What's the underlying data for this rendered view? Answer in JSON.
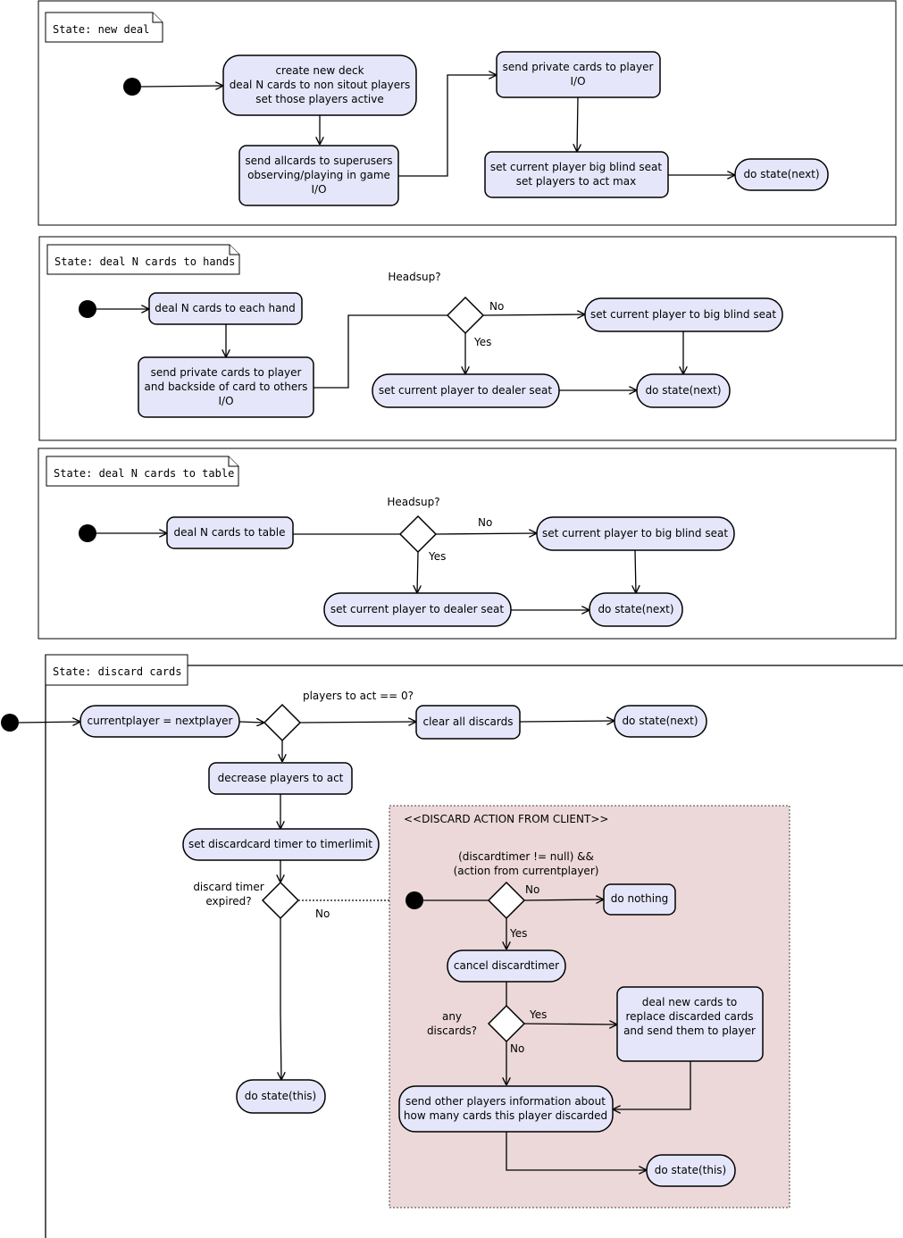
{
  "sections": {
    "new_deal": {
      "title": "State: new deal",
      "create_deck": [
        "create new deck",
        "deal N cards to non sitout players",
        "set those players active"
      ],
      "send_allcards": [
        "send allcards to superusers",
        "observing/playing in game",
        "I/O"
      ],
      "send_private": [
        "send private cards to player",
        "I/O"
      ],
      "set_big_blind": [
        "set current player big blind seat",
        "set players to act max"
      ],
      "do_next": "do state(next)"
    },
    "deal_hands": {
      "title": "State: deal N cards to hands",
      "deal_each": "deal N cards to each hand",
      "send_private": [
        "send private cards to player",
        "and backside of card to others",
        "I/O"
      ],
      "question": "Headsup?",
      "no": "No",
      "yes": "Yes",
      "big_blind": "set current player to big blind seat",
      "dealer": "set current player to dealer seat",
      "do_next": "do state(next)"
    },
    "deal_table": {
      "title": "State: deal N cards to table",
      "deal_table": "deal N cards to table",
      "question": "Headsup?",
      "no": "No",
      "yes": "Yes",
      "big_blind": "set current player to big blind seat",
      "dealer": "set current player to dealer seat",
      "do_next": "do state(next)"
    },
    "discard": {
      "title": "State: discard cards",
      "current": "currentplayer = nextplayer",
      "question_act": "players to act == 0?",
      "clear": "clear all discards",
      "do_next": "do state(next)",
      "decrease": "decrease players to act",
      "set_timer": "set discardcard timer to timerlimit",
      "question_timer": [
        "discard timer",
        "expired?"
      ],
      "no": "No",
      "do_this": "do state(this)",
      "client_region": {
        "title": "<<DISCARD ACTION FROM CLIENT>>",
        "question": [
          "(discardtimer != null) &&",
          "(action from currentplayer)"
        ],
        "no": "No",
        "yes": "Yes",
        "do_nothing": "do nothing",
        "cancel": "cancel discardtimer",
        "question_any": [
          "any",
          "discards?"
        ],
        "yes2": "Yes",
        "no2": "No",
        "deal_new": [
          "deal new cards to",
          "replace discarded cards",
          "and send them to player"
        ],
        "send_other": [
          "send other players information about",
          "how many cards this player discarded"
        ],
        "do_this": "do state(this)"
      }
    }
  },
  "colors": {
    "node_fill": "#e6e6fa",
    "region_fill": "#ecd8d8"
  }
}
